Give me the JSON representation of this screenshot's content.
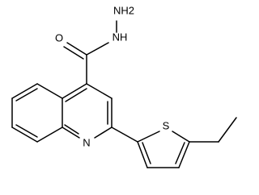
{
  "labels": {
    "nh2": "NH2",
    "nh": "NH",
    "o": "O",
    "n": "N",
    "s": "S"
  },
  "colors": {
    "ink": "#000000",
    "background": "#ffffff"
  }
}
